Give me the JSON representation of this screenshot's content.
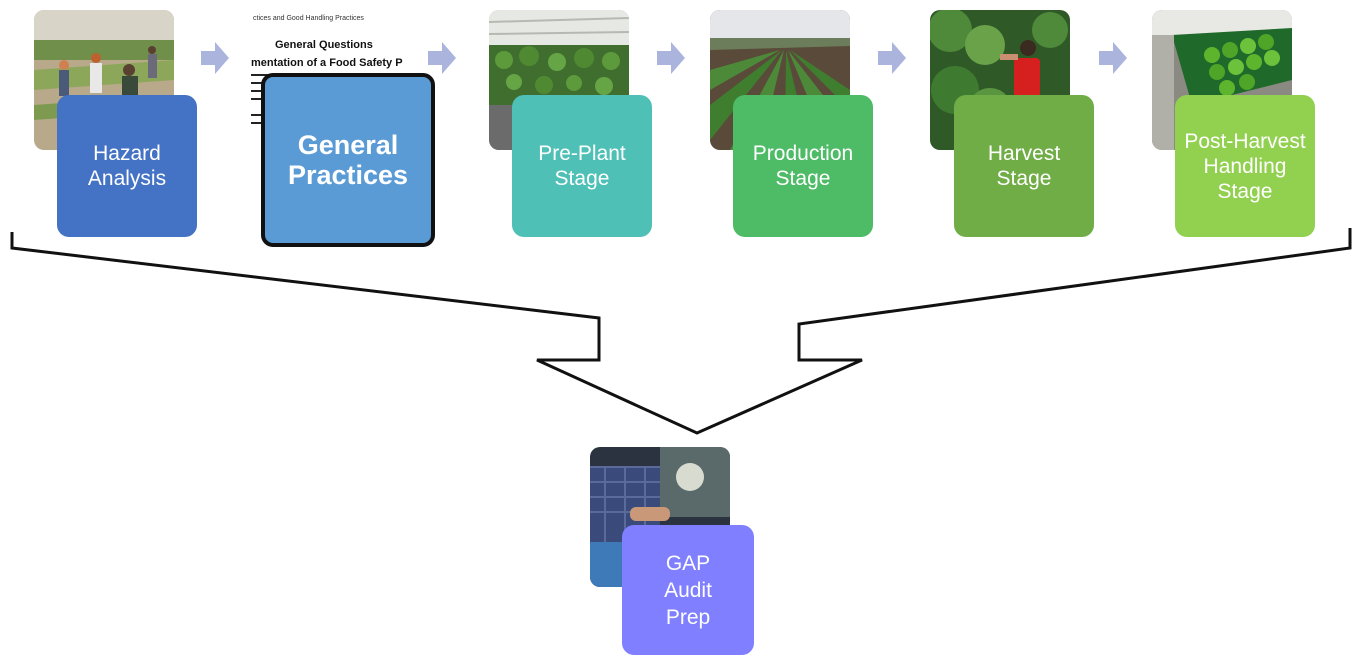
{
  "stages": [
    {
      "label": "Hazard Analysis",
      "color": "#4472c4"
    },
    {
      "label": "General Practices",
      "color": "#5b9bd5",
      "selected": true
    },
    {
      "label": "Pre-Plant Stage",
      "color": "#4fc0b6"
    },
    {
      "label": "Production Stage",
      "color": "#4ebb67"
    },
    {
      "label": "Harvest Stage",
      "color": "#70ad47"
    },
    {
      "label": "Post-Harvest Handling Stage",
      "color": "#92d050"
    }
  ],
  "result": {
    "label": "GAP Audit Prep",
    "color": "#7f7fff"
  },
  "document_thumbnail": {
    "line1": "ctices and Good Handling Practices",
    "line2": "General Questions",
    "line3": "mentation of a Food Safety Pro"
  },
  "colors": {
    "arrow": "#aab4dc",
    "funnel": "#111111"
  }
}
